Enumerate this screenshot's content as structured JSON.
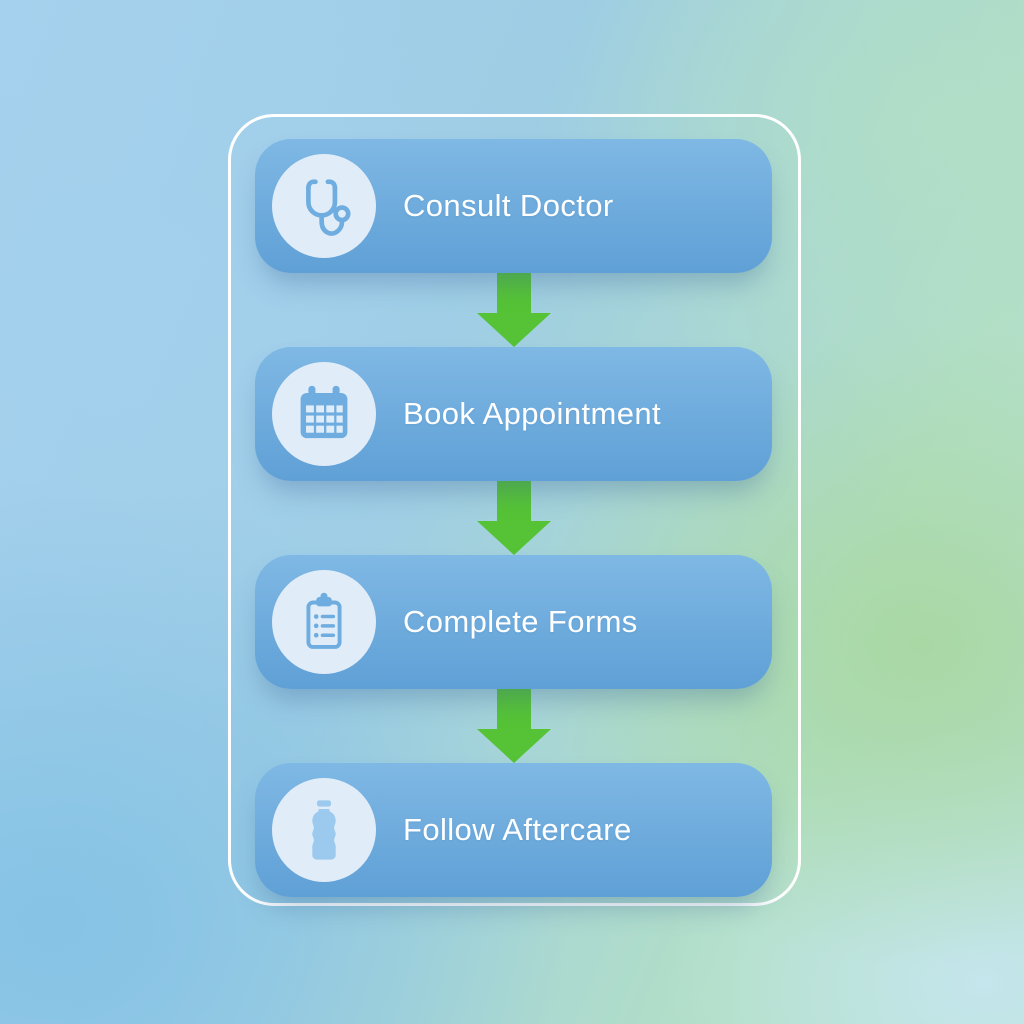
{
  "diagram": {
    "type": "flowchart",
    "direction": "top-to-bottom",
    "connector": "down-arrow",
    "steps": [
      {
        "label": "Consult Doctor",
        "icon": "stethoscope-icon"
      },
      {
        "label": "Book Appointment",
        "icon": "calendar-icon"
      },
      {
        "label": "Complete Forms",
        "icon": "clipboard-icon"
      },
      {
        "label": "Follow Aftercare",
        "icon": "water-bottle-icon"
      }
    ]
  },
  "colors": {
    "arrow-green": "#55c335",
    "card-blue-top": "#7fb8e4",
    "card-blue-bottom": "#5fa0d6",
    "icon-circle-bg": "#e0edf9",
    "icon-glyph-blue": "#6fade0",
    "icon-glyph-light": "#9ccaee",
    "frame-border": "#ffffff",
    "label-text": "#ffffff",
    "bg-blue-left": "#87c4e6",
    "bg-blue-top-left": "#a6d1ee",
    "bg-mint-top-right": "#b3dec9",
    "bg-green-right": "#a8d79e",
    "bg-cyan-bottom-right": "#c5e6ee"
  }
}
